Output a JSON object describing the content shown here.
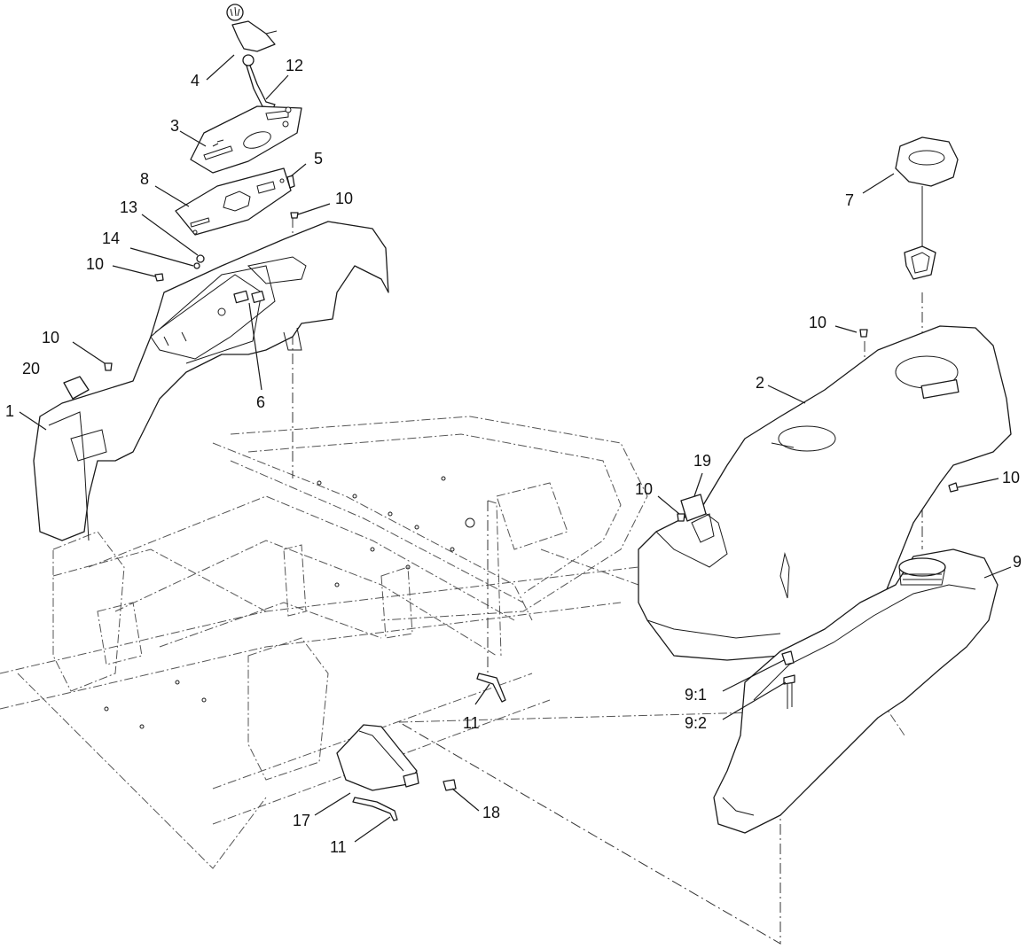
{
  "colors": {
    "line": "#1a1a1a",
    "background": "#ffffff"
  },
  "callouts": [
    {
      "id": "c4",
      "text": "4"
    },
    {
      "id": "c12",
      "text": "12"
    },
    {
      "id": "c3",
      "text": "3"
    },
    {
      "id": "c5",
      "text": "5"
    },
    {
      "id": "c8",
      "text": "8"
    },
    {
      "id": "c10a",
      "text": "10"
    },
    {
      "id": "c13",
      "text": "13"
    },
    {
      "id": "c14",
      "text": "14"
    },
    {
      "id": "c10b",
      "text": "10"
    },
    {
      "id": "c10c",
      "text": "10"
    },
    {
      "id": "c20",
      "text": "20"
    },
    {
      "id": "c1",
      "text": "1"
    },
    {
      "id": "c6",
      "text": "6"
    },
    {
      "id": "c7",
      "text": "7"
    },
    {
      "id": "c10d",
      "text": "10"
    },
    {
      "id": "c2",
      "text": "2"
    },
    {
      "id": "c19",
      "text": "19"
    },
    {
      "id": "c10e",
      "text": "10"
    },
    {
      "id": "c10f",
      "text": "10"
    },
    {
      "id": "c9",
      "text": "9"
    },
    {
      "id": "c9_1",
      "text": "9:1"
    },
    {
      "id": "c9_2",
      "text": "9:2"
    },
    {
      "id": "c11a",
      "text": "11"
    },
    {
      "id": "c17",
      "text": "17"
    },
    {
      "id": "c18",
      "text": "18"
    },
    {
      "id": "c11b",
      "text": "11"
    }
  ]
}
